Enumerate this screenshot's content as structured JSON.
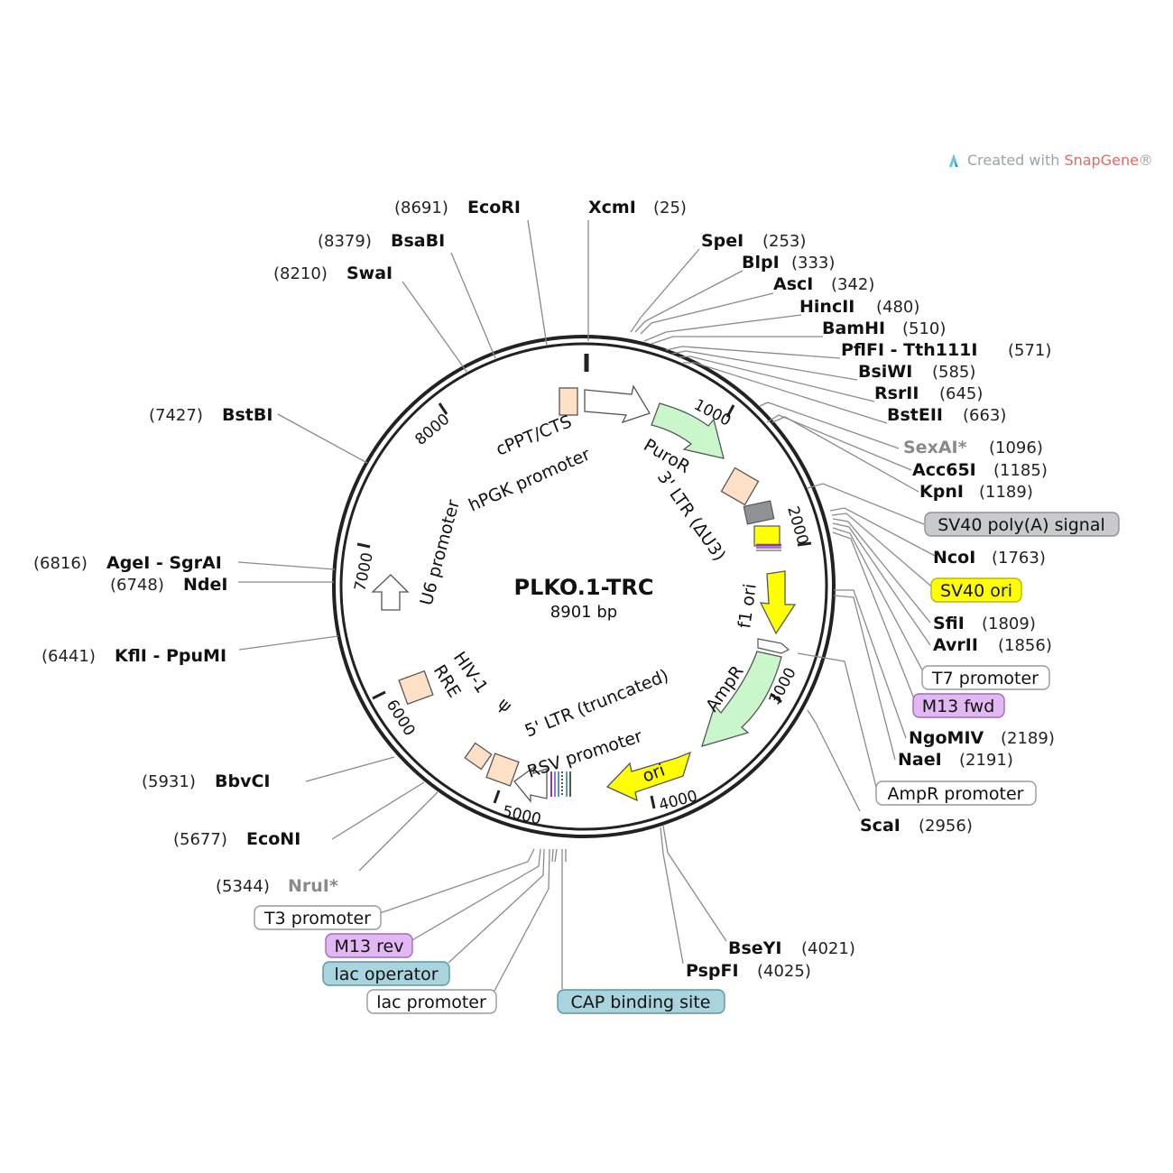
{
  "watermark": {
    "prefix": "Created with ",
    "brand": "SnapGene",
    "suffix": "®"
  },
  "plasmid": {
    "name": "PLKO.1-TRC",
    "length_label": "8901 bp"
  },
  "ticks": [
    "1000",
    "2000",
    "3000",
    "4000",
    "5000",
    "6000",
    "7000",
    "8000"
  ],
  "sites": [
    {
      "name": "EcoRI",
      "pos": "(8691)",
      "unique": true
    },
    {
      "name": "XcmI",
      "pos": "(25)",
      "unique": true
    },
    {
      "name": "BsaBI",
      "pos": "(8379)",
      "unique": true
    },
    {
      "name": "SwaI",
      "pos": "(8210)",
      "unique": true
    },
    {
      "name": "SpeI",
      "pos": "(253)",
      "unique": true
    },
    {
      "name": "BlpI",
      "pos": "(333)",
      "unique": true
    },
    {
      "name": "AscI",
      "pos": "(342)",
      "unique": true
    },
    {
      "name": "HincII",
      "pos": "(480)",
      "unique": true
    },
    {
      "name": "BamHI",
      "pos": "(510)",
      "unique": true
    },
    {
      "name": "PflFI - Tth111I",
      "pos": "(571)",
      "unique": true
    },
    {
      "name": "BsiWI",
      "pos": "(585)",
      "unique": true
    },
    {
      "name": "RsrII",
      "pos": "(645)",
      "unique": true
    },
    {
      "name": "BstEII",
      "pos": "(663)",
      "unique": true
    },
    {
      "name": "SexAI*",
      "pos": "(1096)",
      "unique": false
    },
    {
      "name": "Acc65I",
      "pos": "(1185)",
      "unique": true
    },
    {
      "name": "KpnI",
      "pos": "(1189)",
      "unique": true
    },
    {
      "name": "NcoI",
      "pos": "(1763)",
      "unique": true
    },
    {
      "name": "SfiI",
      "pos": "(1809)",
      "unique": true
    },
    {
      "name": "AvrII",
      "pos": "(1856)",
      "unique": true
    },
    {
      "name": "NgoMIV",
      "pos": "(2189)",
      "unique": true
    },
    {
      "name": "NaeI",
      "pos": "(2191)",
      "unique": true
    },
    {
      "name": "ScaI",
      "pos": "(2956)",
      "unique": true
    },
    {
      "name": "BseYI",
      "pos": "(4021)",
      "unique": true
    },
    {
      "name": "PspFI",
      "pos": "(4025)",
      "unique": true
    },
    {
      "name": "BstBI",
      "pos": "(7427)",
      "unique": true
    },
    {
      "name": "AgeI - SgrAI",
      "pos": "(6816)",
      "unique": true
    },
    {
      "name": "NdeI",
      "pos": "(6748)",
      "unique": true
    },
    {
      "name": "KflI - PpuMI",
      "pos": "(6441)",
      "unique": true
    },
    {
      "name": "BbvCI",
      "pos": "(5931)",
      "unique": true
    },
    {
      "name": "EcoNI",
      "pos": "(5677)",
      "unique": true
    },
    {
      "name": "NruI*",
      "pos": "(5344)",
      "unique": false
    }
  ],
  "feature_boxes": [
    {
      "label": "SV40 poly(A) signal",
      "fill": "#c8cacd",
      "stroke": "#8e9296"
    },
    {
      "label": "SV40 ori",
      "fill": "#ffff00",
      "stroke": "#b8b800"
    },
    {
      "label": "T7 promoter",
      "fill": "#ffffff",
      "stroke": "#9a9a9a"
    },
    {
      "label": "M13 fwd",
      "fill": "#e2b8f2",
      "stroke": "#a467be"
    },
    {
      "label": "AmpR promoter",
      "fill": "#ffffff",
      "stroke": "#9a9a9a"
    },
    {
      "label": "T3 promoter",
      "fill": "#ffffff",
      "stroke": "#9a9a9a"
    },
    {
      "label": "M13 rev",
      "fill": "#e2b8f2",
      "stroke": "#a467be"
    },
    {
      "label": "lac operator",
      "fill": "#a9d3dd",
      "stroke": "#5b96a6"
    },
    {
      "label": "lac promoter",
      "fill": "#ffffff",
      "stroke": "#9a9a9a"
    },
    {
      "label": "CAP binding site",
      "fill": "#a9d3dd",
      "stroke": "#5b96a6"
    }
  ],
  "inner_labels": {
    "cppt": "cPPT/CTS",
    "hpgk": "hPGK promoter",
    "puror": "PuroR",
    "ltr3": "3' LTR (ΔU3)",
    "f1ori": "f1 ori",
    "ampr": "AmpR",
    "ori": "ori",
    "rsv": "RSV promoter",
    "ltr5": "5' LTR (truncated)",
    "psi": "ψ",
    "hiv": "HIV-1",
    "rre": "RRE",
    "u6": "U6 promoter"
  },
  "colors": {
    "backbone": "#222222",
    "promoter_marker": "#fde0c5",
    "arrow_green": "#c9f6cb",
    "arrow_yellow": "#ffff00",
    "gray_marker": "#8e9296",
    "leader_line": "#8a8a8a"
  }
}
